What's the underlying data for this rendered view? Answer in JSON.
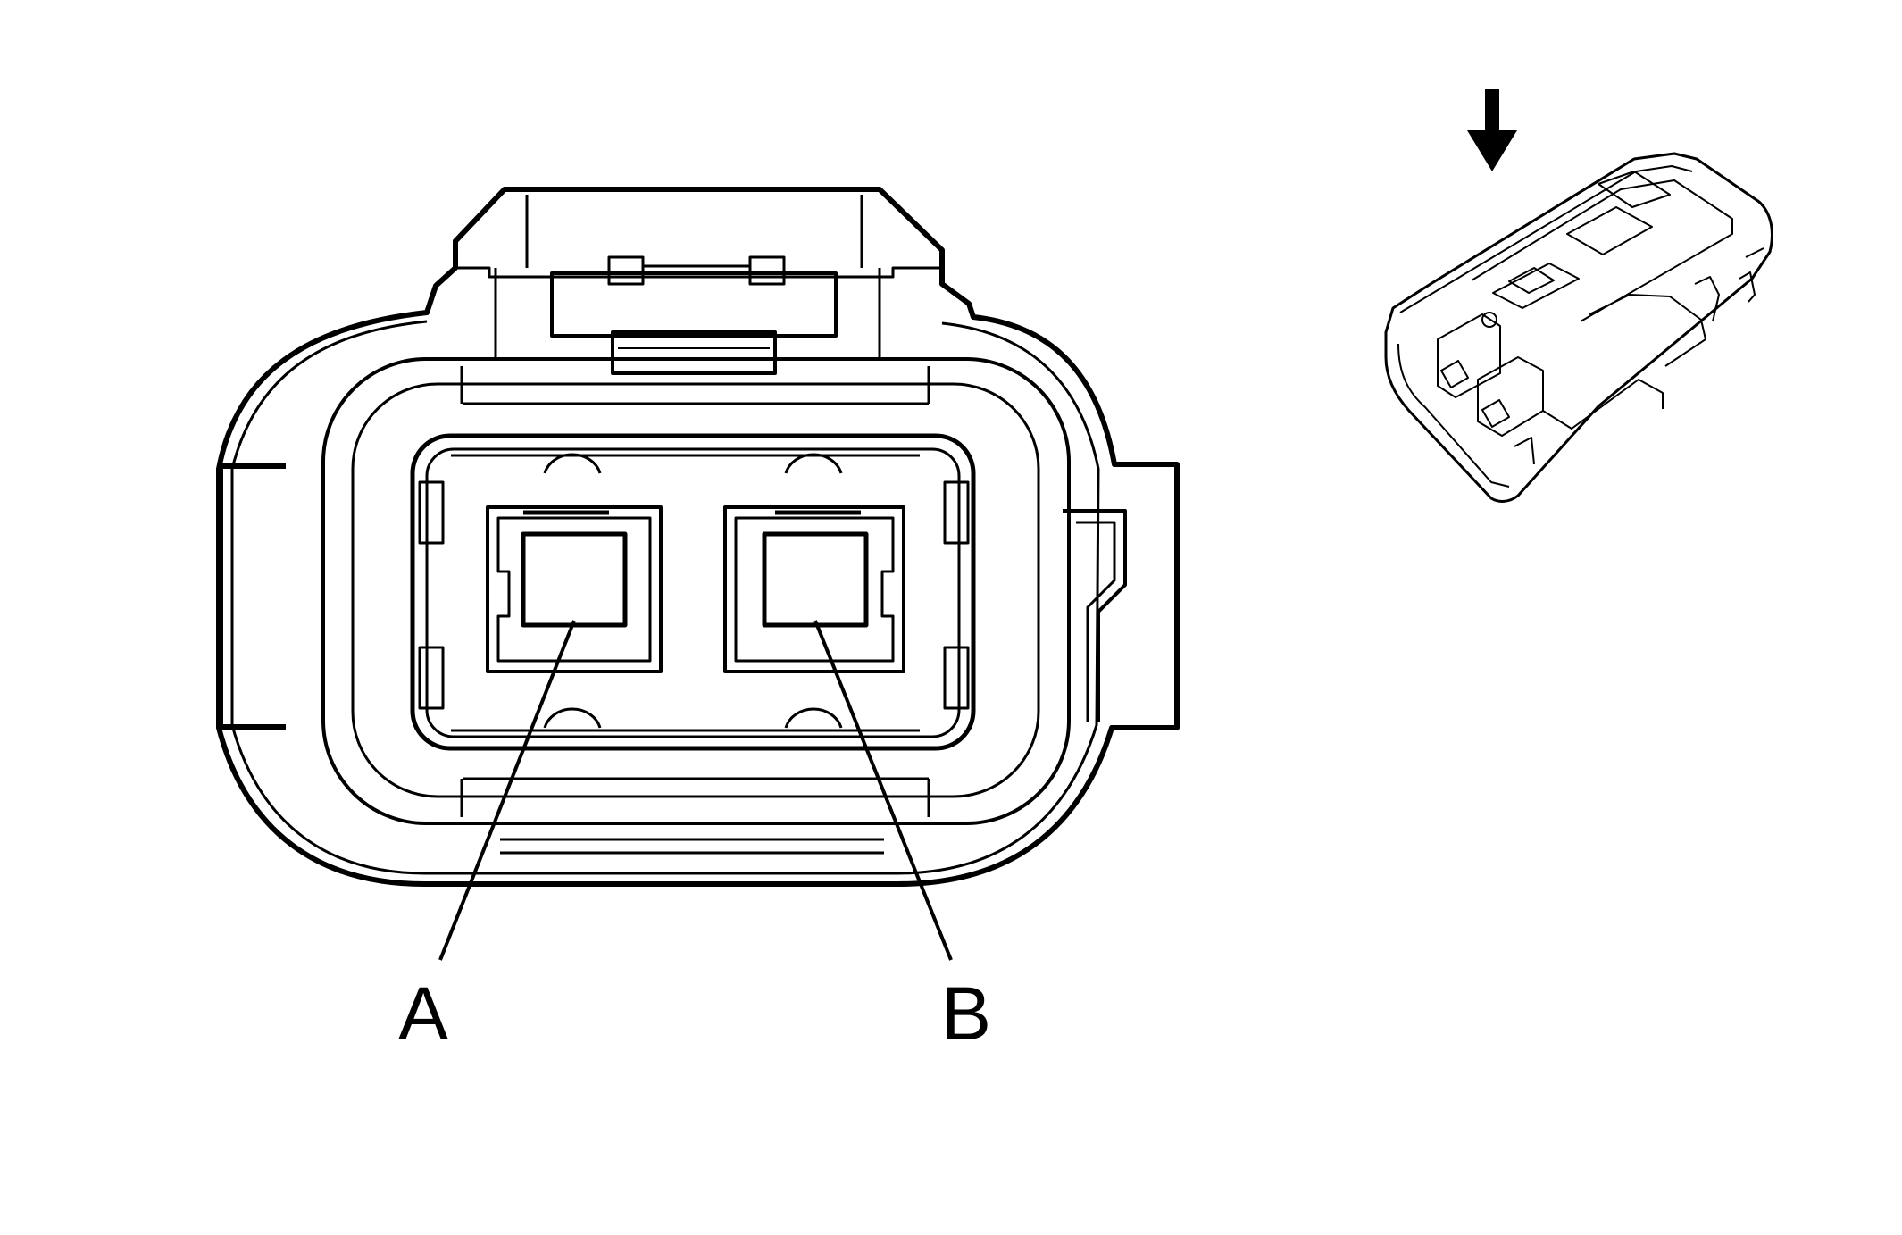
{
  "diagram": {
    "type": "connector-end-view",
    "pins": [
      {
        "id": "A",
        "label": "A"
      },
      {
        "id": "B",
        "label": "B"
      }
    ],
    "orientation_arrow": "down-arrow-icon",
    "colors": {
      "line": "#000000",
      "background": "#ffffff"
    }
  }
}
